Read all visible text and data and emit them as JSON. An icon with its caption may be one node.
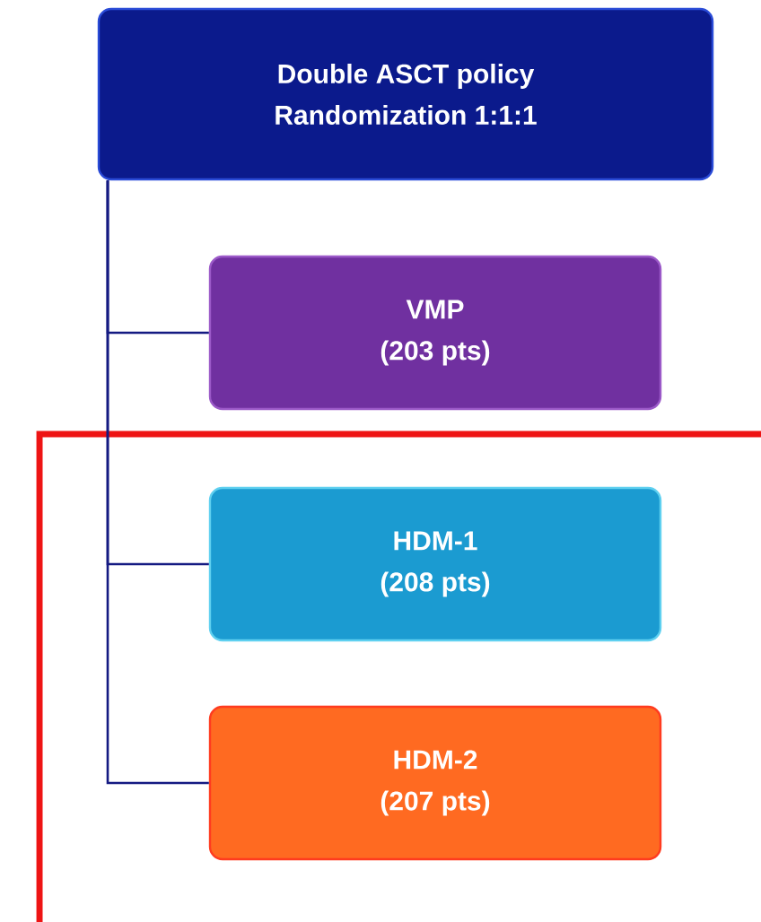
{
  "diagram": {
    "nodes": [
      {
        "text": [
          "Double ASCT policy",
          "Randomization 1:1:1"
        ]
      },
      {
        "text": [
          "VMP",
          "(203 pts)"
        ]
      },
      {
        "text": [
          "HDM-1",
          "(208 pts)"
        ]
      },
      {
        "text": [
          "HDM-2",
          "(207 pts)"
        ]
      }
    ],
    "edges": [
      {
        "from": 0,
        "to": 1,
        "arrow": "none"
      },
      {
        "from": 0,
        "to": 2,
        "arrow": "none"
      },
      {
        "from": 0,
        "to": 3,
        "arrow": "none"
      }
    ]
  }
}
